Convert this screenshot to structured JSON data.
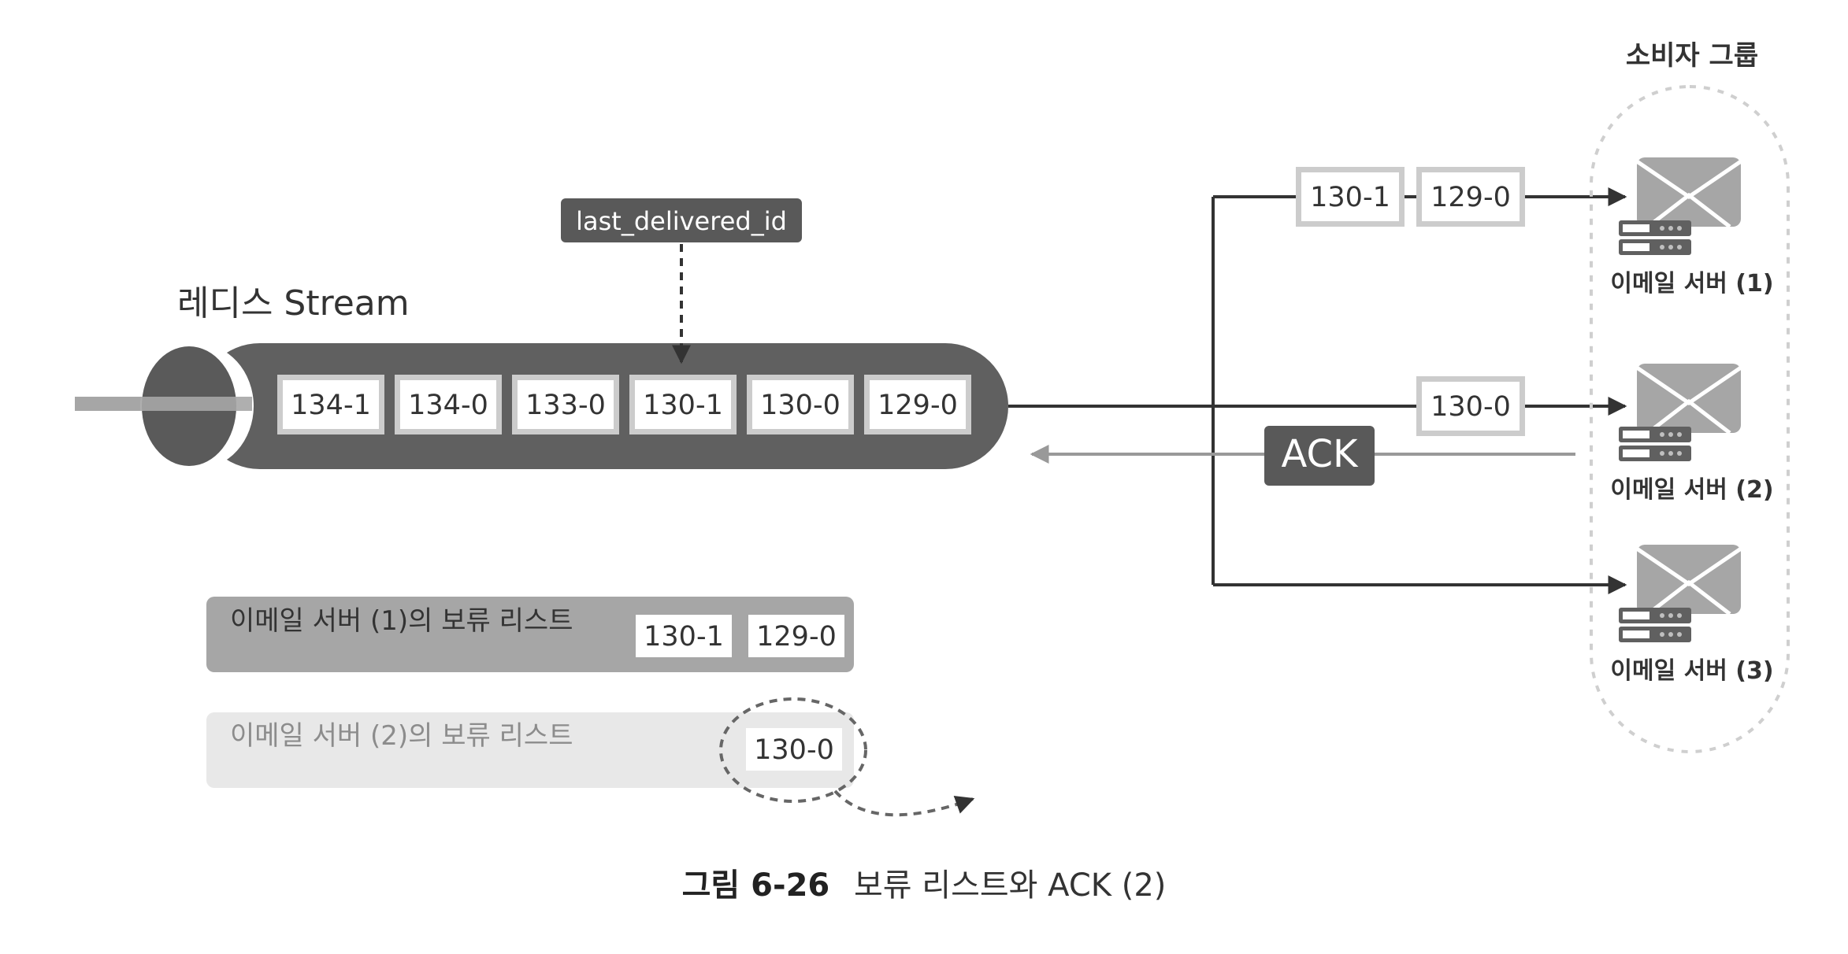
{
  "stream": {
    "title": "레디스 Stream",
    "messages": [
      "134-1",
      "134-0",
      "133-0",
      "130-1",
      "130-0",
      "129-0"
    ],
    "pointer_label": "last_delivered_id"
  },
  "consumer_group": {
    "title": "소비자 그룹",
    "servers": [
      {
        "label": "이메일 서버 (1)",
        "in_flight": [
          "130-1",
          "129-0"
        ]
      },
      {
        "label": "이메일 서버 (2)",
        "in_flight": [
          "130-0"
        ]
      },
      {
        "label": "이메일 서버 (3)",
        "in_flight": []
      }
    ],
    "ack_label": "ACK"
  },
  "pending_lists": [
    {
      "label": "이메일 서버 (1)의 보류 리스트",
      "items": [
        "130-1",
        "129-0"
      ]
    },
    {
      "label": "이메일 서버 (2)의 보류 리스트",
      "items": [
        "130-0"
      ]
    }
  ],
  "caption": {
    "figure": "그림 6-26",
    "text": "보류 리스트와 ACK (2)"
  },
  "colors": {
    "tube": "#606060",
    "tube_end": "#555555",
    "arrow": "#333333",
    "ack_arrow": "#999999",
    "dark_label_bg": "#595959",
    "box_border": "#cccccc",
    "pending1_bg": "#a6a6a6",
    "pending2_bg": "#e8e8e8",
    "group_outline": "#cfcfcf",
    "envelope": "#a6a6a6"
  }
}
